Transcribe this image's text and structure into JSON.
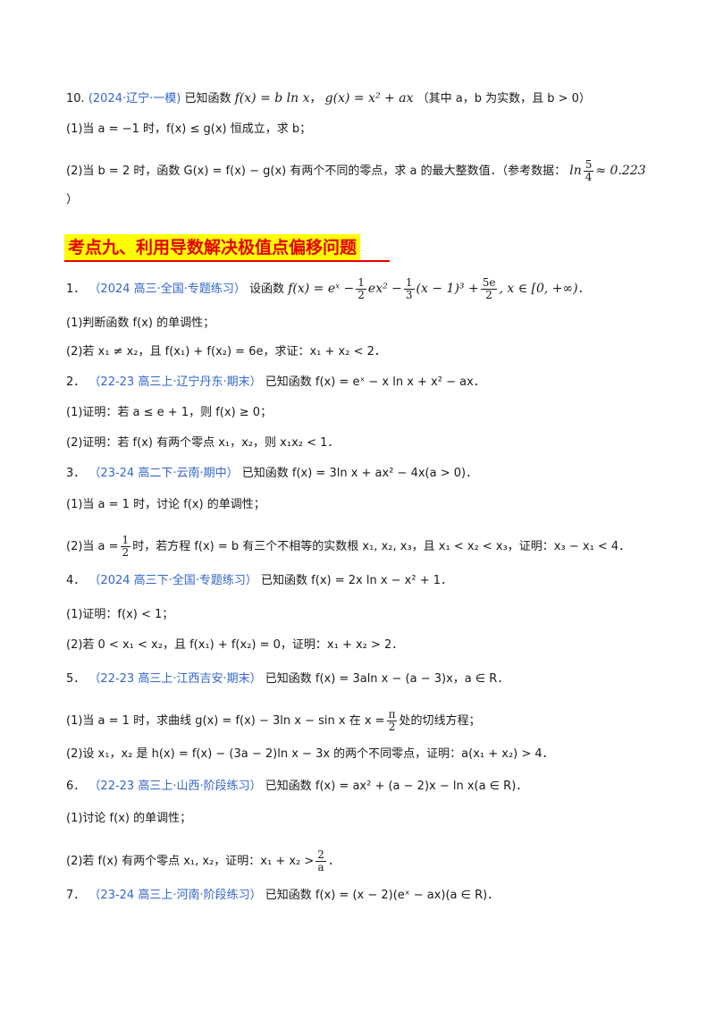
{
  "problem10": {
    "num": "10.",
    "source": "(2024·辽宁·一模)",
    "stem_pre": "已知函数",
    "f": "f(x) = b ln x",
    "comma": "，",
    "g": "g(x) = x² + ax",
    "stem_post": "（其中 a，b 为实数，且 b > 0）",
    "p1": "(1)当 a = −1 时，f(x) ≤ g(x) 恒成立，求 b；",
    "p2_pre": "(2)当 b = 2 时，函数 G(x) = f(x) − g(x) 有两个不同的零点，求 a 的最大整数值．（参考数据：",
    "p2_ln": "ln",
    "p2_frac_num": "5",
    "p2_frac_den": "4",
    "p2_post": "≈ 0.223",
    "p2_close": "）"
  },
  "section": {
    "title": "考点九、利用导数解决极值点偏移问题"
  },
  "q1": {
    "num": "1．",
    "source": "（2024 高三·全国·专题练习）",
    "stem_pre": "设函数",
    "f_a": "f(x) = eˣ −",
    "fr1_num": "1",
    "fr1_den": "2",
    "f_b": "ex² −",
    "fr2_num": "1",
    "fr2_den": "3",
    "f_c": "(x − 1)³ +",
    "fr3_num": "5e",
    "fr3_den": "2",
    "f_d": ", x ∈ [0, +∞)",
    "end": "．",
    "p1": "(1)判断函数 f(x) 的单调性；",
    "p2": "(2)若 x₁ ≠ x₂，且 f(x₁) + f(x₂) = 6e，求证：x₁ + x₂ < 2．"
  },
  "q2": {
    "num": "2．",
    "source": "（22-23 高三上·辽宁丹东·期末）",
    "stem": "已知函数 f(x) = eˣ − x ln x + x² − ax．",
    "p1": "(1)证明：若 a ≤ e + 1，则 f(x) ≥ 0；",
    "p2": "(2)证明：若 f(x) 有两个零点 x₁，x₂，则 x₁x₂ < 1．"
  },
  "q3": {
    "num": "3．",
    "source": "（23-24 高二下·云南·期中）",
    "stem": "已知函数 f(x) = 3ln x + ax² − 4x(a > 0)．",
    "p1": "(1)当 a = 1 时，讨论 f(x) 的单调性；",
    "p2_pre": "(2)当 a =",
    "p2_frac_num": "1",
    "p2_frac_den": "2",
    "p2_post": "时，若方程 f(x) = b 有三个不相等的实数根 x₁, x₂, x₃，且 x₁ < x₂ < x₃，证明：x₃ − x₁ < 4．"
  },
  "q4": {
    "num": "4．",
    "source": "（2024 高三下·全国·专题练习）",
    "stem": "已知函数 f(x) = 2x ln x − x² + 1．",
    "p1": "(1)证明：f(x) < 1；",
    "p2": "(2)若 0 < x₁ < x₂，且 f(x₁) + f(x₂) = 0，证明：x₁ + x₂ > 2．"
  },
  "q5": {
    "num": "5．",
    "source": "（22-23 高三上·江西吉安·期末）",
    "stem": "已知函数 f(x) = 3aln x − (a − 3)x，a ∈ R．",
    "p1_pre": "(1)当 a = 1 时，求曲线 g(x) = f(x) − 3ln x − sin x 在 x =",
    "p1_frac_num": "π",
    "p1_frac_den": "2",
    "p1_post": "处的切线方程；",
    "p2": "(2)设 x₁，x₂ 是 h(x) = f(x) − (3a − 2)ln x − 3x 的两个不同零点，证明：a(x₁ + x₂) > 4．"
  },
  "q6": {
    "num": "6．",
    "source": "（22-23 高三上·山西·阶段练习）",
    "stem": "已知函数 f(x) = ax² + (a − 2)x − ln x(a ∈ R)．",
    "p1": "(1)讨论 f(x) 的单调性；",
    "p2_pre": "(2)若 f(x) 有两个零点 x₁, x₂，证明：x₁ + x₂ >",
    "p2_frac_num": "2",
    "p2_frac_den": "a",
    "p2_post": "．"
  },
  "q7": {
    "num": "7．",
    "source": "（23-24 高三上·河南·阶段练习）",
    "stem": "已知函数 f(x) = (x − 2)(eˣ − ax)(a ∈ R)．"
  }
}
